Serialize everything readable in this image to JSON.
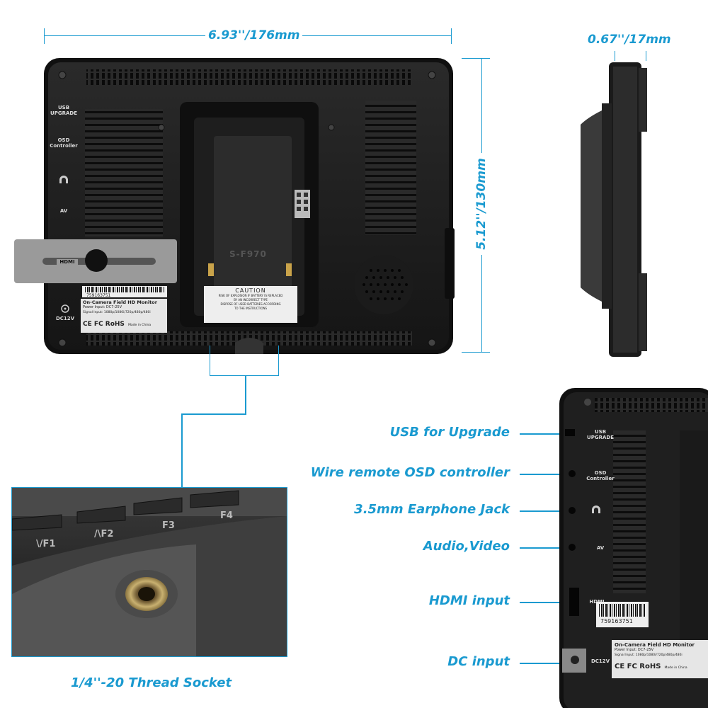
{
  "dimensions": {
    "width": "6.93''/176mm",
    "height": "5.12''/130mm",
    "depth": "0.67''/17mm"
  },
  "back_panel": {
    "port_labels": [
      "USB UPGRADE",
      "OSD Controller",
      "AV",
      "HDMI"
    ],
    "power_label": "DC12V",
    "serial": "759163751",
    "product_label": {
      "title": "On-Camera Field HD Monitor",
      "line1": "Power Input: DC7-25V",
      "line2": "Signal Input: 1080p/1080i/720p/480p/480i",
      "marks": "CE FC RoHS",
      "made_in": "Made in China"
    },
    "battery_plate_text": "S-F970",
    "caution": {
      "title": "CAUTION",
      "line1": "RISK OF EXPLOSION IF BATTERY IS REPLACED",
      "line2": "BY AN INCORRECT TYPE",
      "line3": "DISPOSE OF USED BATTERIES ACCORDING",
      "line4": "TO THE INSTRUCTIONS"
    }
  },
  "closeup": {
    "buttons": [
      "\\/F1",
      "/\\F2",
      "F3",
      "F4"
    ],
    "caption": "1/4''-20 Thread Socket"
  },
  "side_ports": {
    "callouts": [
      "USB for Upgrade",
      "Wire remote OSD controller",
      "3.5mm Earphone Jack",
      "Audio,Video",
      "HDMI input",
      "DC input"
    ],
    "port_labels": [
      "USB UPGRADE",
      "OSD Controller",
      "AV",
      "HDMI",
      "DC12V"
    ],
    "serial": "759163751",
    "product_label": {
      "title": "On-Camera Field HD Monitor",
      "line1": "Power Input: DC7-25V",
      "line2": "Signal Input: 1080p/1080i/720p/480p/480i",
      "marks": "CE FC RoHS",
      "made_in": "Made in China"
    }
  },
  "colors": {
    "accent": "#1a9ad0",
    "device": "#1c1c1c"
  }
}
